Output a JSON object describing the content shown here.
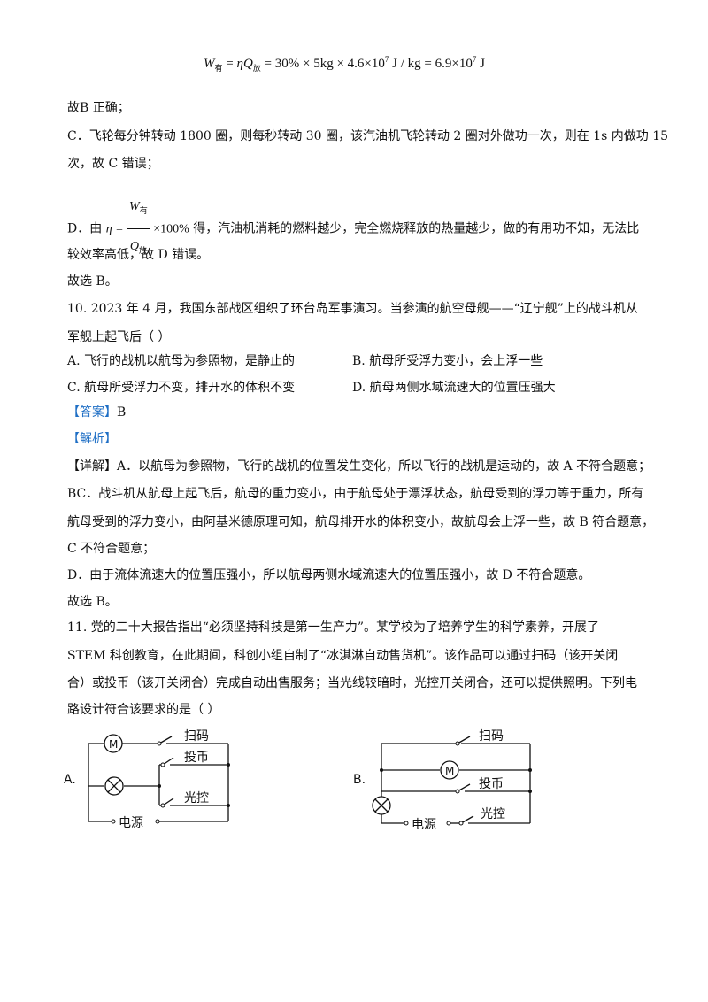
{
  "formula_top": {
    "lhs_sym": "W",
    "lhs_sub": "有",
    "eq": " = ",
    "eta": "η",
    "Q": "Q",
    "Q_sub": "放",
    "rhs1": " = 30% × 5kg × 4.6×10",
    "exp1": "7",
    "rhs2": " J / kg = 6.9×10",
    "exp2": "7",
    "rhs3": " J"
  },
  "lines": {
    "b_correct": "故B 正确；",
    "c1": "C．飞轮每分钟转动 1800 圈，则每秒转动 30 圈，该汽油机飞轮转动 2 圈对外做功一次，则在 1s 内做功 15",
    "c2": "次，故 C 错误；",
    "d_prefix": "D．由",
    "d_eta": "η =",
    "d_num": "W",
    "d_num_sub": "有",
    "d_den": "Q",
    "d_den_sub": "放",
    "d_mult": "×100%",
    "d_rest": "得，汽油机消耗的燃料越少，完全燃烧释放的热量越少，做的有用功不知，无法比",
    "d2": "较效率高低，故 D 错误。",
    "choose_b1": "故选 B。"
  },
  "q10": {
    "stem1": "10. 2023 年 4 月，我国东部战区组织了环台岛军事演习。当参演的航空母舰——“辽宁舰”上的战斗机从",
    "stem2": "军舰上起飞后（        ）",
    "optA": "A. 飞行的战机以航母为参照物，是静止的",
    "optB": "B. 航母所受浮力变小，会上浮一些",
    "optC": "C. 航母所受浮力不变，排开水的体积不变",
    "optD": "D. 航母两侧水域流速大的位置压强大",
    "answer_tag": "【答案】",
    "answer": "B",
    "analysis_tag": "【解析】",
    "detail_tag": "【详解】",
    "detail1": "A．以航母为参照物，飞行的战机的位置发生变化，所以飞行的战机是运动的，故 A 不符合题意；",
    "detail2": "BC．战斗机从航母上起飞后，航母的重力变小，由于航母处于漂浮状态，航母受到的浮力等于重力，所有",
    "detail3": "航母受到的浮力变小，由阿基米德原理可知，航母排开水的体积变小，故航母会上浮一些，故 B 符合题意，",
    "detail4": "C 不符合题意；",
    "detail5": "D．由于流体流速大的位置压强小，所以航母两侧水域流速大的位置压强小，故 D 不符合题意。",
    "choose": "故选 B。"
  },
  "q11": {
    "stem1": "11. 党的二十大报告指出“必须坚持科技是第一生产力”。某学校为了培养学生的科学素养，开展了",
    "stem2": "STEM 科创教育，在此期间，科创小组自制了“冰淇淋自动售货机”。该作品可以通过扫码（该开关闭",
    "stem3": "合）或投币（该开关闭合）完成自动出售服务；当光线较暗时，光控开关闭合，还可以提供照明。下列电",
    "stem4": "路设计符合该要求的是（        ）"
  },
  "circuitA": {
    "label": "A.",
    "motor": "M",
    "scan": "扫码",
    "coin": "投币",
    "light": "光控",
    "power": "电源"
  },
  "circuitB": {
    "label": "B.",
    "motor": "M",
    "scan": "扫码",
    "coin": "投币",
    "light": "光控",
    "power": "电源"
  }
}
